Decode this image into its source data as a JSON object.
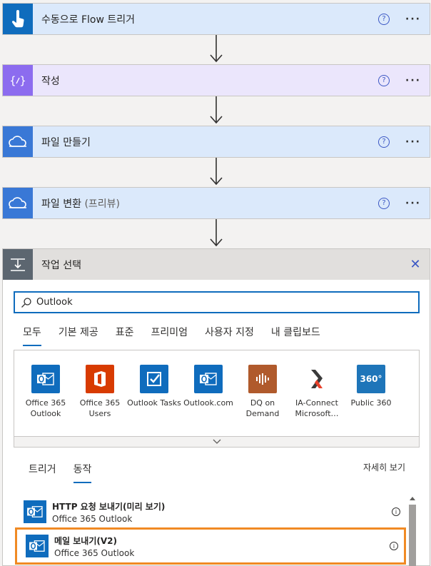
{
  "steps": [
    {
      "title": "수동으로 Flow 트리거",
      "subtitle": "",
      "icon": "hand-touch-icon",
      "color": "#0f6cbd"
    },
    {
      "title": "작성",
      "subtitle": "",
      "icon": "compose-braces-icon",
      "color": "#8c6cef"
    },
    {
      "title": "파일 만들기",
      "subtitle": "",
      "icon": "onedrive-cloud-icon",
      "color": "#3978d6"
    },
    {
      "title": "파일 변환",
      "subtitle": "(프리뷰)",
      "icon": "onedrive-cloud-icon",
      "color": "#3978d6"
    }
  ],
  "panel": {
    "title": "작업 선택",
    "search_value": "Outlook",
    "tabs": [
      "모두",
      "기본 제공",
      "표준",
      "프리미엄",
      "사용자 지정",
      "내 클립보드"
    ],
    "active_tab": "모두",
    "connectors": [
      {
        "label": "Office 365 Outlook",
        "icon": "outlook-icon",
        "color": "#0f6cbd"
      },
      {
        "label": "Office 365 Users",
        "icon": "office-icon",
        "color": "#d83b01"
      },
      {
        "label": "Outlook Tasks",
        "icon": "checkbox-task-icon",
        "color": "#0f6cbd"
      },
      {
        "label": "Outlook.com",
        "icon": "outlook-icon",
        "color": "#0f6cbd"
      },
      {
        "label": "DQ on Demand",
        "icon": "dq-waveform-icon",
        "color": "#b05a2c"
      },
      {
        "label": "IA-Connect Microsoft…",
        "icon": "ia-connect-icon",
        "color": "#ffffff"
      },
      {
        "label": "Public 360",
        "icon": "public360-icon",
        "color": "#1e75b9",
        "logo_text": "360°"
      }
    ],
    "subtabs": [
      "트리거",
      "동작"
    ],
    "active_subtab": "동작",
    "more_link": "자세히 보기",
    "actions": [
      {
        "name": "HTTP 요청 보내기(미리 보기)",
        "connector": "Office 365 Outlook"
      },
      {
        "name": "메일 보내기(V2)",
        "connector": "Office 365 Outlook"
      }
    ]
  }
}
